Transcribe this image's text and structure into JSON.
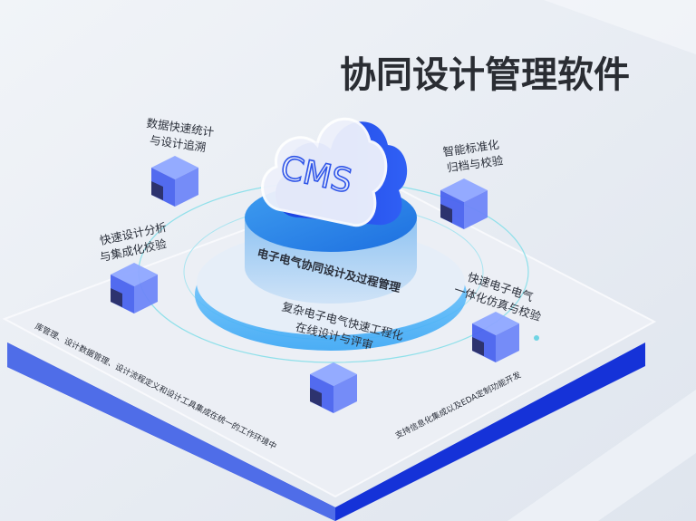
{
  "title": "协同设计管理软件",
  "core": {
    "cloud_label": "CMS",
    "cylinder_label": "电子电气协同设计及过程管理"
  },
  "features": [
    {
      "line1": "数据快速统计",
      "line2": "与设计追溯"
    },
    {
      "line1": "智能标准化",
      "line2": "归档与校验"
    },
    {
      "line1": "快速设计分析",
      "line2": "与集成化校验"
    },
    {
      "line1": "快速电子电气",
      "line2": "一体化仿真与校验"
    },
    {
      "line1": "复杂电子电气快速工程化",
      "line2": "在线设计与评审"
    }
  ],
  "platform": {
    "left_edge_text": "库管理、设计数据管理、设计流程定义和设计工具集成在统一的工作环境中",
    "right_edge_text": "支持信息化集成以及EDA定制功能开发"
  },
  "colors": {
    "accent": "#2f55e8",
    "deep_blue": "#0a2bd0",
    "cyan": "#4fb8f5",
    "background": "#e9edf3"
  }
}
